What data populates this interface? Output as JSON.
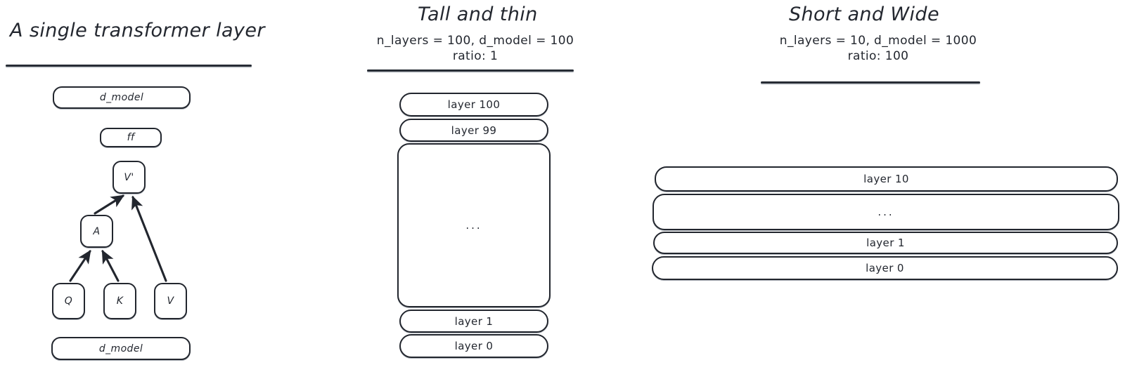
{
  "figure": {
    "background": "#ffffff",
    "ink": "#22262e",
    "columns": [
      {
        "id": "single-layer",
        "title": "A single transformer layer",
        "subtitle_lines": [],
        "nodes": [
          {
            "name": "d_model-top",
            "label": "d_model"
          },
          {
            "name": "ff",
            "label": "ff"
          },
          {
            "name": "v-prime",
            "label": "V'"
          },
          {
            "name": "a",
            "label": "A"
          },
          {
            "name": "q",
            "label": "Q"
          },
          {
            "name": "k",
            "label": "K"
          },
          {
            "name": "v",
            "label": "V"
          },
          {
            "name": "d_model-bottom",
            "label": "d_model"
          }
        ],
        "edges": [
          {
            "from": "A",
            "to": "V'"
          },
          {
            "from": "V",
            "to": "V'"
          },
          {
            "from": "Q",
            "to": "A"
          },
          {
            "from": "K",
            "to": "A"
          }
        ]
      },
      {
        "id": "tall-and-thin",
        "title": "Tall and thin",
        "subtitle_lines": [
          "n_layers = 100, d_model = 100",
          "ratio: 1"
        ],
        "n_layers": 100,
        "d_model": 100,
        "ratio": 1,
        "stack": [
          {
            "label": "layer 100"
          },
          {
            "label": "layer 99"
          },
          {
            "label": "..."
          },
          {
            "label": "layer 1"
          },
          {
            "label": "layer 0"
          }
        ]
      },
      {
        "id": "short-and-wide",
        "title": "Short and Wide",
        "subtitle_lines": [
          "n_layers = 10, d_model = 1000",
          "ratio: 100"
        ],
        "n_layers": 10,
        "d_model": 1000,
        "ratio": 100,
        "stack": [
          {
            "label": "layer 10"
          },
          {
            "label": "..."
          },
          {
            "label": "layer 1"
          },
          {
            "label": "layer 0"
          }
        ]
      }
    ]
  }
}
